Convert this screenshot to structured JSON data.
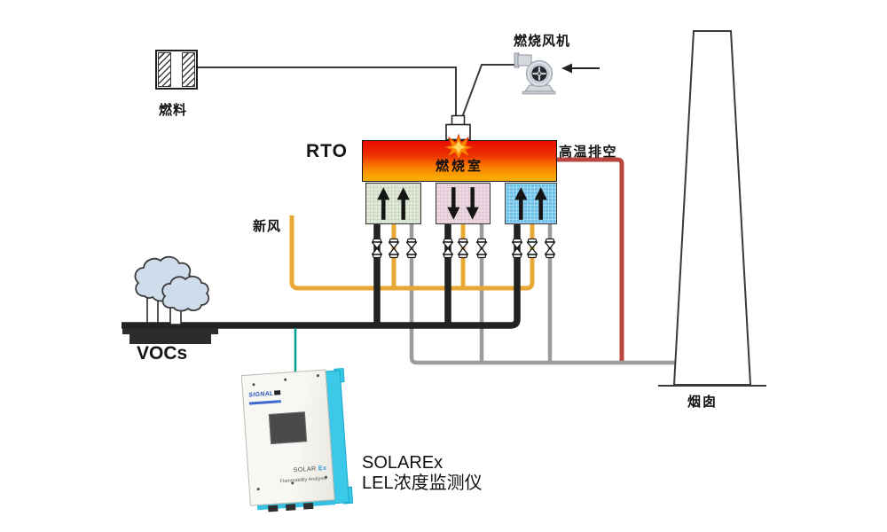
{
  "labels": {
    "fuel": "燃料",
    "combustion_fan": "燃烧风机",
    "rto": "RTO",
    "combustion_chamber": "燃烧室",
    "high_temp_exhaust": "高温排空",
    "fresh_air": "新风",
    "vocs": "VOCs",
    "chimney": "烟囱"
  },
  "analyzer": {
    "brand": "SIGNAL",
    "model_name": "SOLAR",
    "model_suffix": "Ex",
    "device_type": "Flammability Analyser",
    "caption_model": "SOLAREx",
    "caption_name": "LEL浓度监测仪"
  },
  "colors": {
    "vocs_duct": "#262626",
    "fresh_air_pipe": "#e9a733",
    "purge_pipe": "#9b9b9b",
    "hot_exhaust_pipe": "#b9453e",
    "sample_line": "#089c8d",
    "chamber_green": "#e0ead7",
    "chamber_pink": "#eed9e3",
    "chamber_blue": "#6ec1e9",
    "combustion_top": "#e90d00",
    "combustion_bottom": "#f5ad0a",
    "analyzer_accent": "#3bc9ea"
  }
}
